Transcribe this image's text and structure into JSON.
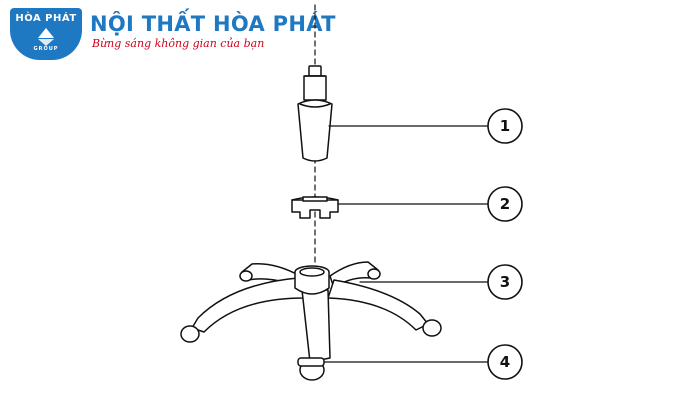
{
  "header": {
    "logo_brand": "HÒA PHÁT",
    "logo_sub": "GROUP",
    "company_name": "NỘI THẤT HÒA PHÁT",
    "slogan": "Bừng sáng không gian của bạn"
  },
  "colors": {
    "brand_blue": "#1e78c2",
    "slogan_red": "#d0021b",
    "line": "#111111"
  },
  "callouts": [
    {
      "label": "1",
      "part": "gas-lift"
    },
    {
      "label": "2",
      "part": "connector-ring"
    },
    {
      "label": "3",
      "part": "star-base"
    },
    {
      "label": "4",
      "part": "caster-wheel"
    }
  ]
}
